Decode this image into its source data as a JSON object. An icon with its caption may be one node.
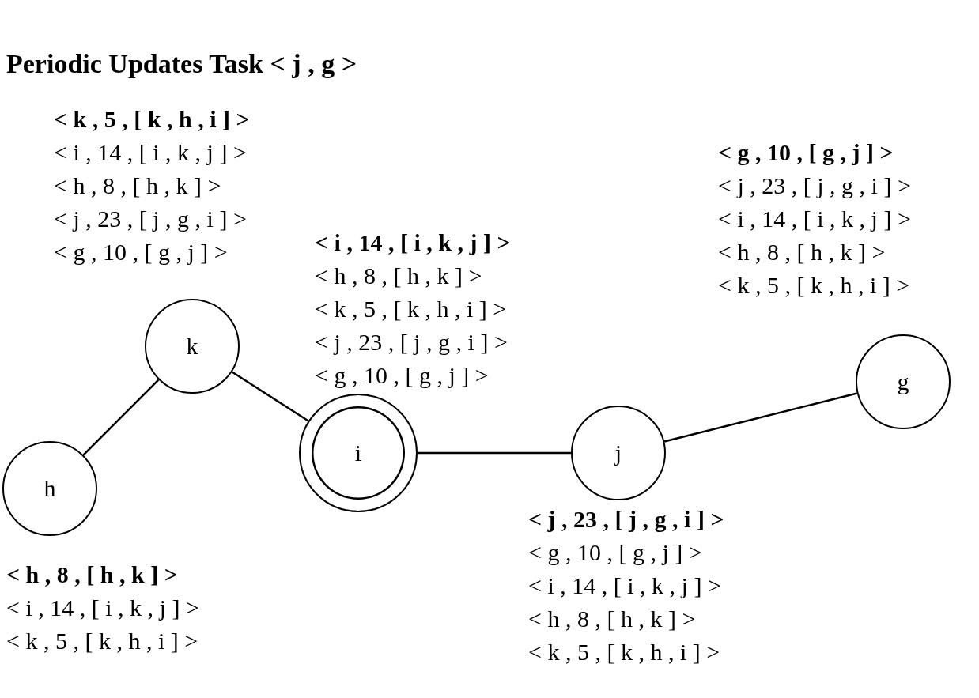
{
  "diagram": {
    "title": "Periodic Updates Task < j , g >",
    "nodes": [
      {
        "text": [
          "k"
        ],
        "beside": [
          "< k , 5 , [ k , h , i ] >",
          "< i , 14 , [ i , k , j ] >",
          "< h , 8 , [ h , k ] >",
          "< j , 23 , [ j , g , i ] >",
          "< g , 10 , [ g , j ] >"
        ]
      },
      {
        "text": [
          "i"
        ],
        "beside": [
          "< i , 14 , [ i , k , j ] >",
          "< h , 8 , [ h , k ] >",
          "< k , 5 , [ k , h , i ] >",
          "< j , 23 , [ j , g , i ] >",
          "< g , 10 , [ g , j ] >"
        ]
      },
      {
        "text": [
          "g"
        ],
        "beside": [
          "< g , 10 , [ g , j ] >",
          "< j , 23 , [ j , g , i ] >",
          "< i , 14 , [ i , k , j ] >",
          "< h , 8 , [ h , k ] >",
          "< k , 5 , [ k , h , i ] >"
        ]
      },
      {
        "text": [
          "j"
        ],
        "beside": [
          "< j , 23 , [ j , g , i ] >",
          "< g , 10 , [ g , j ] >",
          "< i , 14 , [ i , k , j ] >",
          "< h , 8 , [ h , k ] >",
          "< k , 5 , [ k , h , i ] >"
        ]
      },
      {
        "text": [
          "h"
        ],
        "beside": [
          "< h , 8 , [ h , k ] >",
          "< i , 14 , [ i , k , j ] >",
          "< k , 5 , [ k , h , i ] >"
        ]
      }
    ],
    "edges": [
      {
        "from": 4,
        "to": 0,
        "arrow": "none"
      },
      {
        "from": 0,
        "to": 1,
        "arrow": "none"
      },
      {
        "from": 1,
        "to": 3,
        "arrow": "none"
      },
      {
        "from": 3,
        "to": 2,
        "arrow": "none"
      }
    ]
  }
}
